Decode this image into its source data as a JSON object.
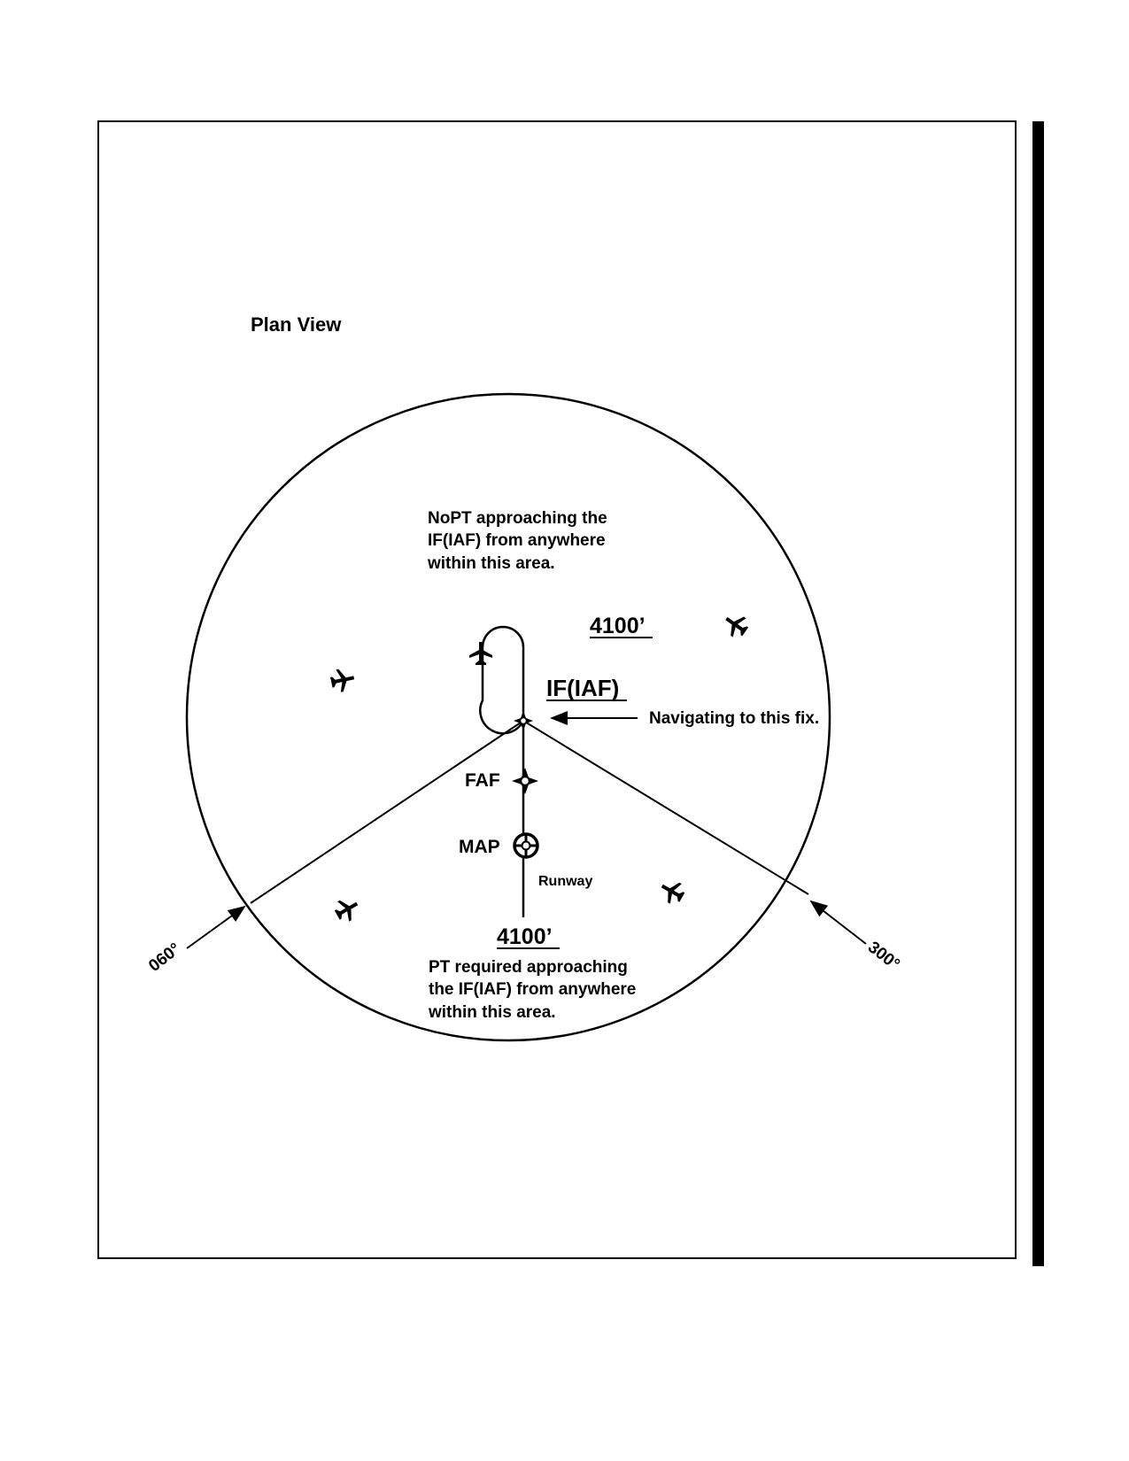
{
  "title": "Plan View",
  "nopt_note": [
    "NoPT approaching the",
    "IF(IAF) from anywhere",
    "within this area."
  ],
  "pt_note": [
    "PT required approaching",
    "the IF(IAF) from anywhere",
    "within this area."
  ],
  "altitude_top": "4100’",
  "altitude_bottom": "4100’",
  "fixes": {
    "iaf": "IF(IAF)",
    "faf": "FAF",
    "map": "MAP"
  },
  "runway_label": "Runway",
  "navigating_note": "Navigating to this fix.",
  "bearings": {
    "left": "060°",
    "right": "300°"
  },
  "icons": [
    "airplane-icon",
    "fix-symbol-icon",
    "map-symbol-icon",
    "arrow-icon"
  ],
  "colors": {
    "ink": "#000000",
    "paper": "#ffffff"
  }
}
